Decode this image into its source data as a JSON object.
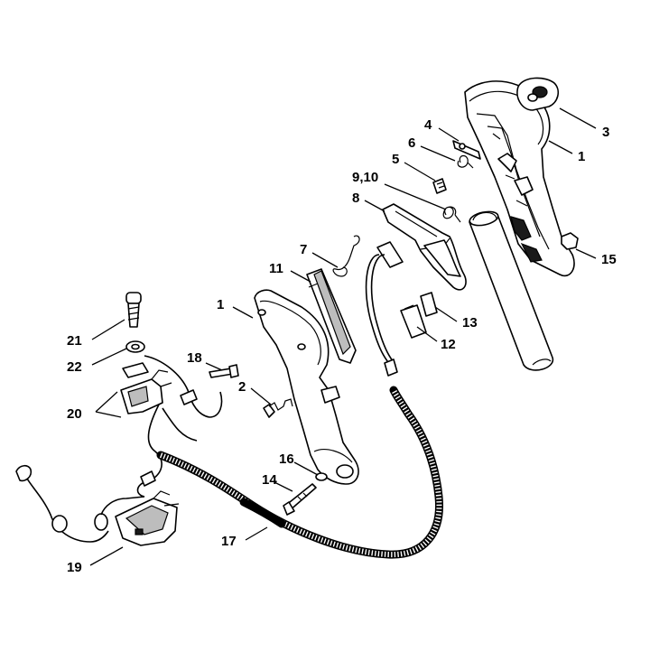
{
  "callouts": [
    {
      "id": "c3",
      "text": "3"
    },
    {
      "id": "c1a",
      "text": "1"
    },
    {
      "id": "c4",
      "text": "4"
    },
    {
      "id": "c6",
      "text": "6"
    },
    {
      "id": "c5",
      "text": "5"
    },
    {
      "id": "c910",
      "text": "9,10"
    },
    {
      "id": "c8",
      "text": "8"
    },
    {
      "id": "c7",
      "text": "7"
    },
    {
      "id": "c11",
      "text": "11"
    },
    {
      "id": "c15",
      "text": "15"
    },
    {
      "id": "c1b",
      "text": "1"
    },
    {
      "id": "c13",
      "text": "13"
    },
    {
      "id": "c12",
      "text": "12"
    },
    {
      "id": "c21",
      "text": "21"
    },
    {
      "id": "c22",
      "text": "22"
    },
    {
      "id": "c18",
      "text": "18"
    },
    {
      "id": "c2",
      "text": "2"
    },
    {
      "id": "c20",
      "text": "20"
    },
    {
      "id": "c16",
      "text": "16"
    },
    {
      "id": "c14",
      "text": "14"
    },
    {
      "id": "c17",
      "text": "17"
    },
    {
      "id": "c19",
      "text": "19"
    }
  ]
}
